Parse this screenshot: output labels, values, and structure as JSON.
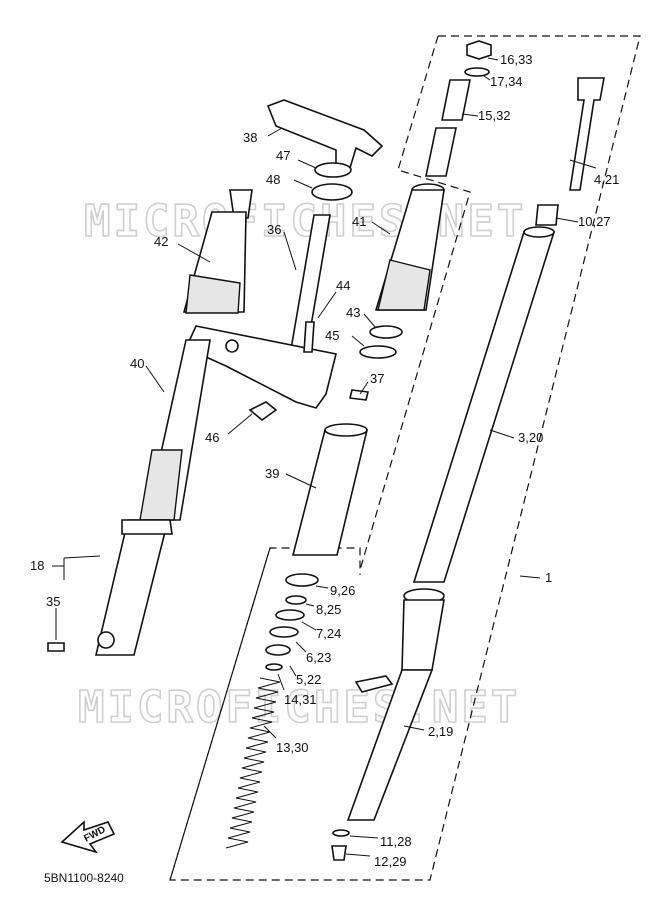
{
  "diagram": {
    "watermark": "MICROFICHES.NET",
    "drawing_code": "5BN1100-8240",
    "direction_label": "FWD",
    "callouts": [
      {
        "id": "c1",
        "text": "16,33"
      },
      {
        "id": "c2",
        "text": "17,34"
      },
      {
        "id": "c3",
        "text": "15,32"
      },
      {
        "id": "c4",
        "text": "4,21"
      },
      {
        "id": "c5",
        "text": "10,27"
      },
      {
        "id": "c6",
        "text": "38"
      },
      {
        "id": "c7",
        "text": "47"
      },
      {
        "id": "c8",
        "text": "48"
      },
      {
        "id": "c9",
        "text": "41"
      },
      {
        "id": "c10",
        "text": "42"
      },
      {
        "id": "c11",
        "text": "36"
      },
      {
        "id": "c12",
        "text": "44"
      },
      {
        "id": "c13",
        "text": "43"
      },
      {
        "id": "c14",
        "text": "45"
      },
      {
        "id": "c15",
        "text": "40"
      },
      {
        "id": "c16",
        "text": "37"
      },
      {
        "id": "c17",
        "text": "46"
      },
      {
        "id": "c18",
        "text": "3,20"
      },
      {
        "id": "c19",
        "text": "39"
      },
      {
        "id": "c20",
        "text": "18"
      },
      {
        "id": "c21",
        "text": "1"
      },
      {
        "id": "c22",
        "text": "9,26"
      },
      {
        "id": "c23",
        "text": "35"
      },
      {
        "id": "c24",
        "text": "8,25"
      },
      {
        "id": "c25",
        "text": "7,24"
      },
      {
        "id": "c26",
        "text": "6,23"
      },
      {
        "id": "c27",
        "text": "5,22"
      },
      {
        "id": "c28",
        "text": "14,31"
      },
      {
        "id": "c29",
        "text": "2,19"
      },
      {
        "id": "c30",
        "text": "13,30"
      },
      {
        "id": "c31",
        "text": "11,28"
      },
      {
        "id": "c32",
        "text": "12,29"
      }
    ]
  }
}
